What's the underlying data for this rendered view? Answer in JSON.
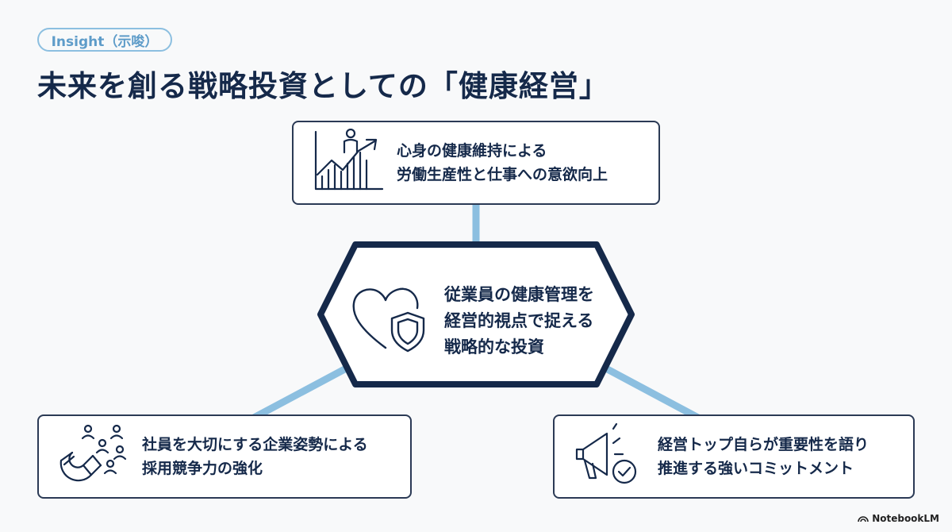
{
  "header": {
    "badge": "Insight（示唆）",
    "title": "未来を創る戦略投資としての「健康経営」"
  },
  "center": {
    "lines": [
      "従業員の健康管理を",
      "経営的視点で捉える",
      "戦略的な投資"
    ],
    "icon": "heart-shield-icon"
  },
  "cards": {
    "top": {
      "lines": [
        "心身の健康維持による",
        "労働生産性と仕事への意欲向上"
      ],
      "icon": "growth-chart-person-icon"
    },
    "left": {
      "lines": [
        "社員を大切にする企業姿勢による",
        "採用競争力の強化"
      ],
      "icon": "magnet-people-icon"
    },
    "right": {
      "lines": [
        "経営トップ自らが重要性を語り",
        "推進する強いコミットメント"
      ],
      "icon": "megaphone-check-icon"
    }
  },
  "footer": {
    "logo_text": "NotebookLM"
  },
  "colors": {
    "navy": "#15294a",
    "connector": "#8cbfe0",
    "accent": "#5e9cc9",
    "card_border": "#2b3a55",
    "background": "#f8f9fa"
  }
}
